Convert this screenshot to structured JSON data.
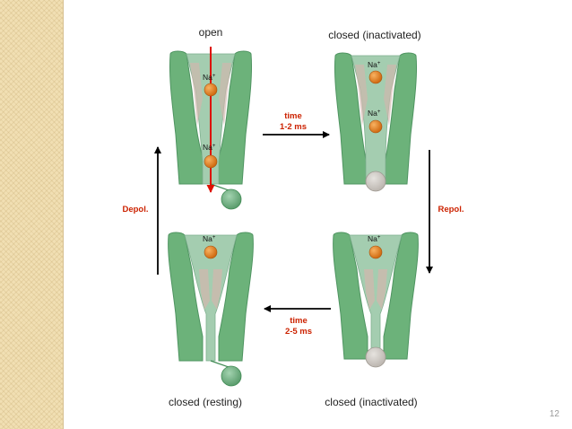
{
  "slide": {
    "page_number": "12",
    "colors": {
      "sidebar": "#f1dfb3",
      "channel_green": "#6cb27a",
      "channel_dark": "#3f8a53",
      "pore": "#a4cdb0",
      "pore_pink": "#d3b6ae",
      "ion_orange": "#e87d1c",
      "arrow_red": "#dd1100",
      "label_red": "#cc2200"
    }
  },
  "diagram": {
    "panels": {
      "open": {
        "title": "open",
        "ions": [
          "Na",
          "Na"
        ]
      },
      "closed_inactivated_top": {
        "title": "closed (inactivated)",
        "ions": [
          "Na",
          "Na"
        ]
      },
      "closed_inactivated_bottom": {
        "title": "closed (inactivated)",
        "ions": [
          "Na"
        ]
      },
      "closed_resting": {
        "title": "closed (resting)",
        "ions": [
          "Na"
        ]
      }
    },
    "ion": {
      "symbol": "Na",
      "charge": "+"
    },
    "transitions": {
      "open_to_inactivated": {
        "line1": "time",
        "line2": "1-2 ms"
      },
      "inactivated_to_resting": {
        "line1": "time",
        "line2": "2-5 ms"
      },
      "repol": "Repol.",
      "depol": "Depol."
    }
  }
}
